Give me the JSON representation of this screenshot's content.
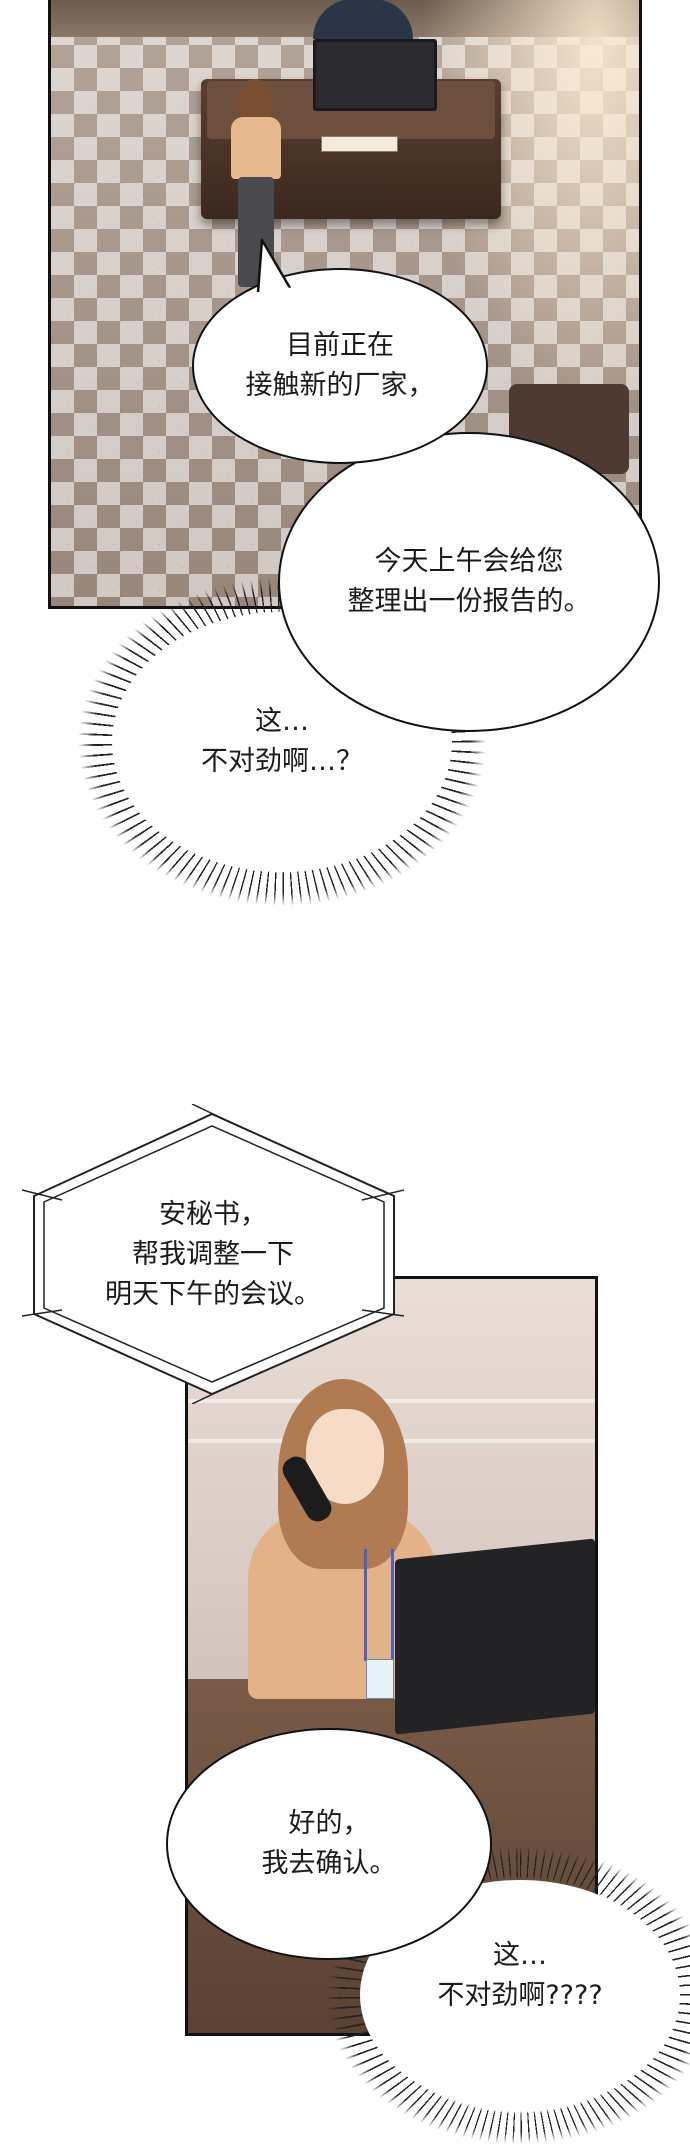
{
  "dialogue": {
    "line1": "目前正在\n接触新的厂家，",
    "line2": "今天上午会给您\n整理出一份报告的。",
    "thought1": "这…\n不对劲啊…？",
    "request": "安秘书，\n帮我调整一下\n明天下午的会议。",
    "reply": "好的，\n我去确认。",
    "thought2": "这…\n不对劲啊????"
  },
  "colors": {
    "ink": "#111111",
    "bubble_fill": "#ffffff",
    "hair": "#b07b52",
    "blouse": "#e3b287"
  }
}
